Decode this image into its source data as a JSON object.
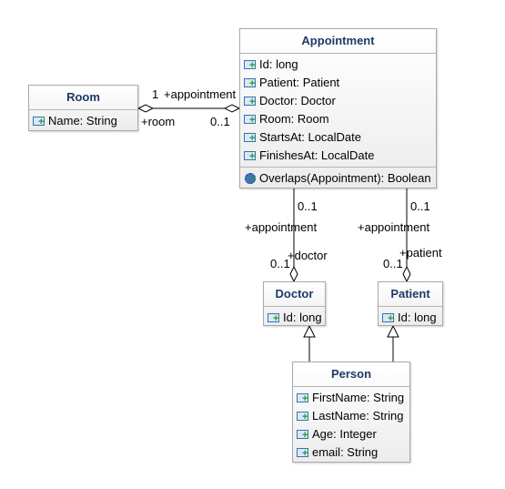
{
  "classes": {
    "appointment": {
      "name": "Appointment",
      "attributes": [
        "Id: long",
        "Patient: Patient",
        "Doctor: Doctor",
        "Room: Room",
        "StartsAt: LocalDate",
        "FinishesAt: LocalDate"
      ],
      "operations": [
        "Overlaps(Appointment): Boolean"
      ]
    },
    "room": {
      "name": "Room",
      "attributes": [
        "Name: String"
      ]
    },
    "doctor": {
      "name": "Doctor",
      "attributes": [
        "Id: long"
      ]
    },
    "patient": {
      "name": "Patient",
      "attributes": [
        "Id: long"
      ]
    },
    "person": {
      "name": "Person",
      "attributes": [
        "FirstName: String",
        "LastName: String",
        "Age: Integer",
        "email: String"
      ]
    }
  },
  "associations": {
    "room_appointment": {
      "mult_appointment": "1",
      "role_appointment": "+appointment",
      "role_room": "+room",
      "mult_room": "0..1"
    },
    "doctor_appointment": {
      "mult_top": "0..1",
      "role_appointment": "+appointment",
      "role_doctor": "+doctor",
      "mult_bottom": "0..1"
    },
    "patient_appointment": {
      "mult_top": "0..1",
      "role_appointment": "+appointment",
      "role_patient": "+patient",
      "mult_bottom": "0..1"
    }
  },
  "icons": {
    "attribute": "attribute-icon",
    "operation": "operation-icon"
  },
  "colors": {
    "class_title": "#1f3a66",
    "border": "#a9a9a9"
  }
}
